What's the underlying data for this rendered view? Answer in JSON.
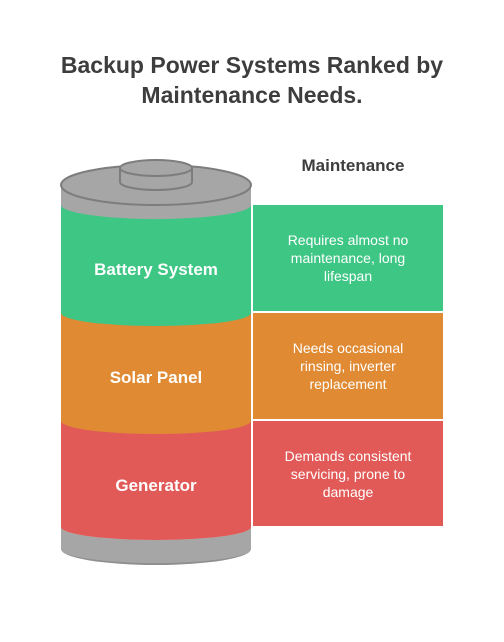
{
  "title_line1": "Backup Power Systems Ranked by",
  "title_line2": "Maintenance Needs.",
  "column_header": "Maintenance",
  "colors": {
    "cap": "#a6a6a6",
    "cap_dark": "#6f6f6f",
    "battery": "#3ec685",
    "solar": "#e08a33",
    "generator": "#e15a57",
    "title_text": "#3d3d3d"
  },
  "segments": [
    {
      "name": "Battery System",
      "description": "Requires almost no maintenance, long lifespan"
    },
    {
      "name": "Solar Panel",
      "description": "Needs occasional rinsing, inverter replacement"
    },
    {
      "name": "Generator",
      "description": "Demands consistent servicing, prone to damage"
    }
  ]
}
